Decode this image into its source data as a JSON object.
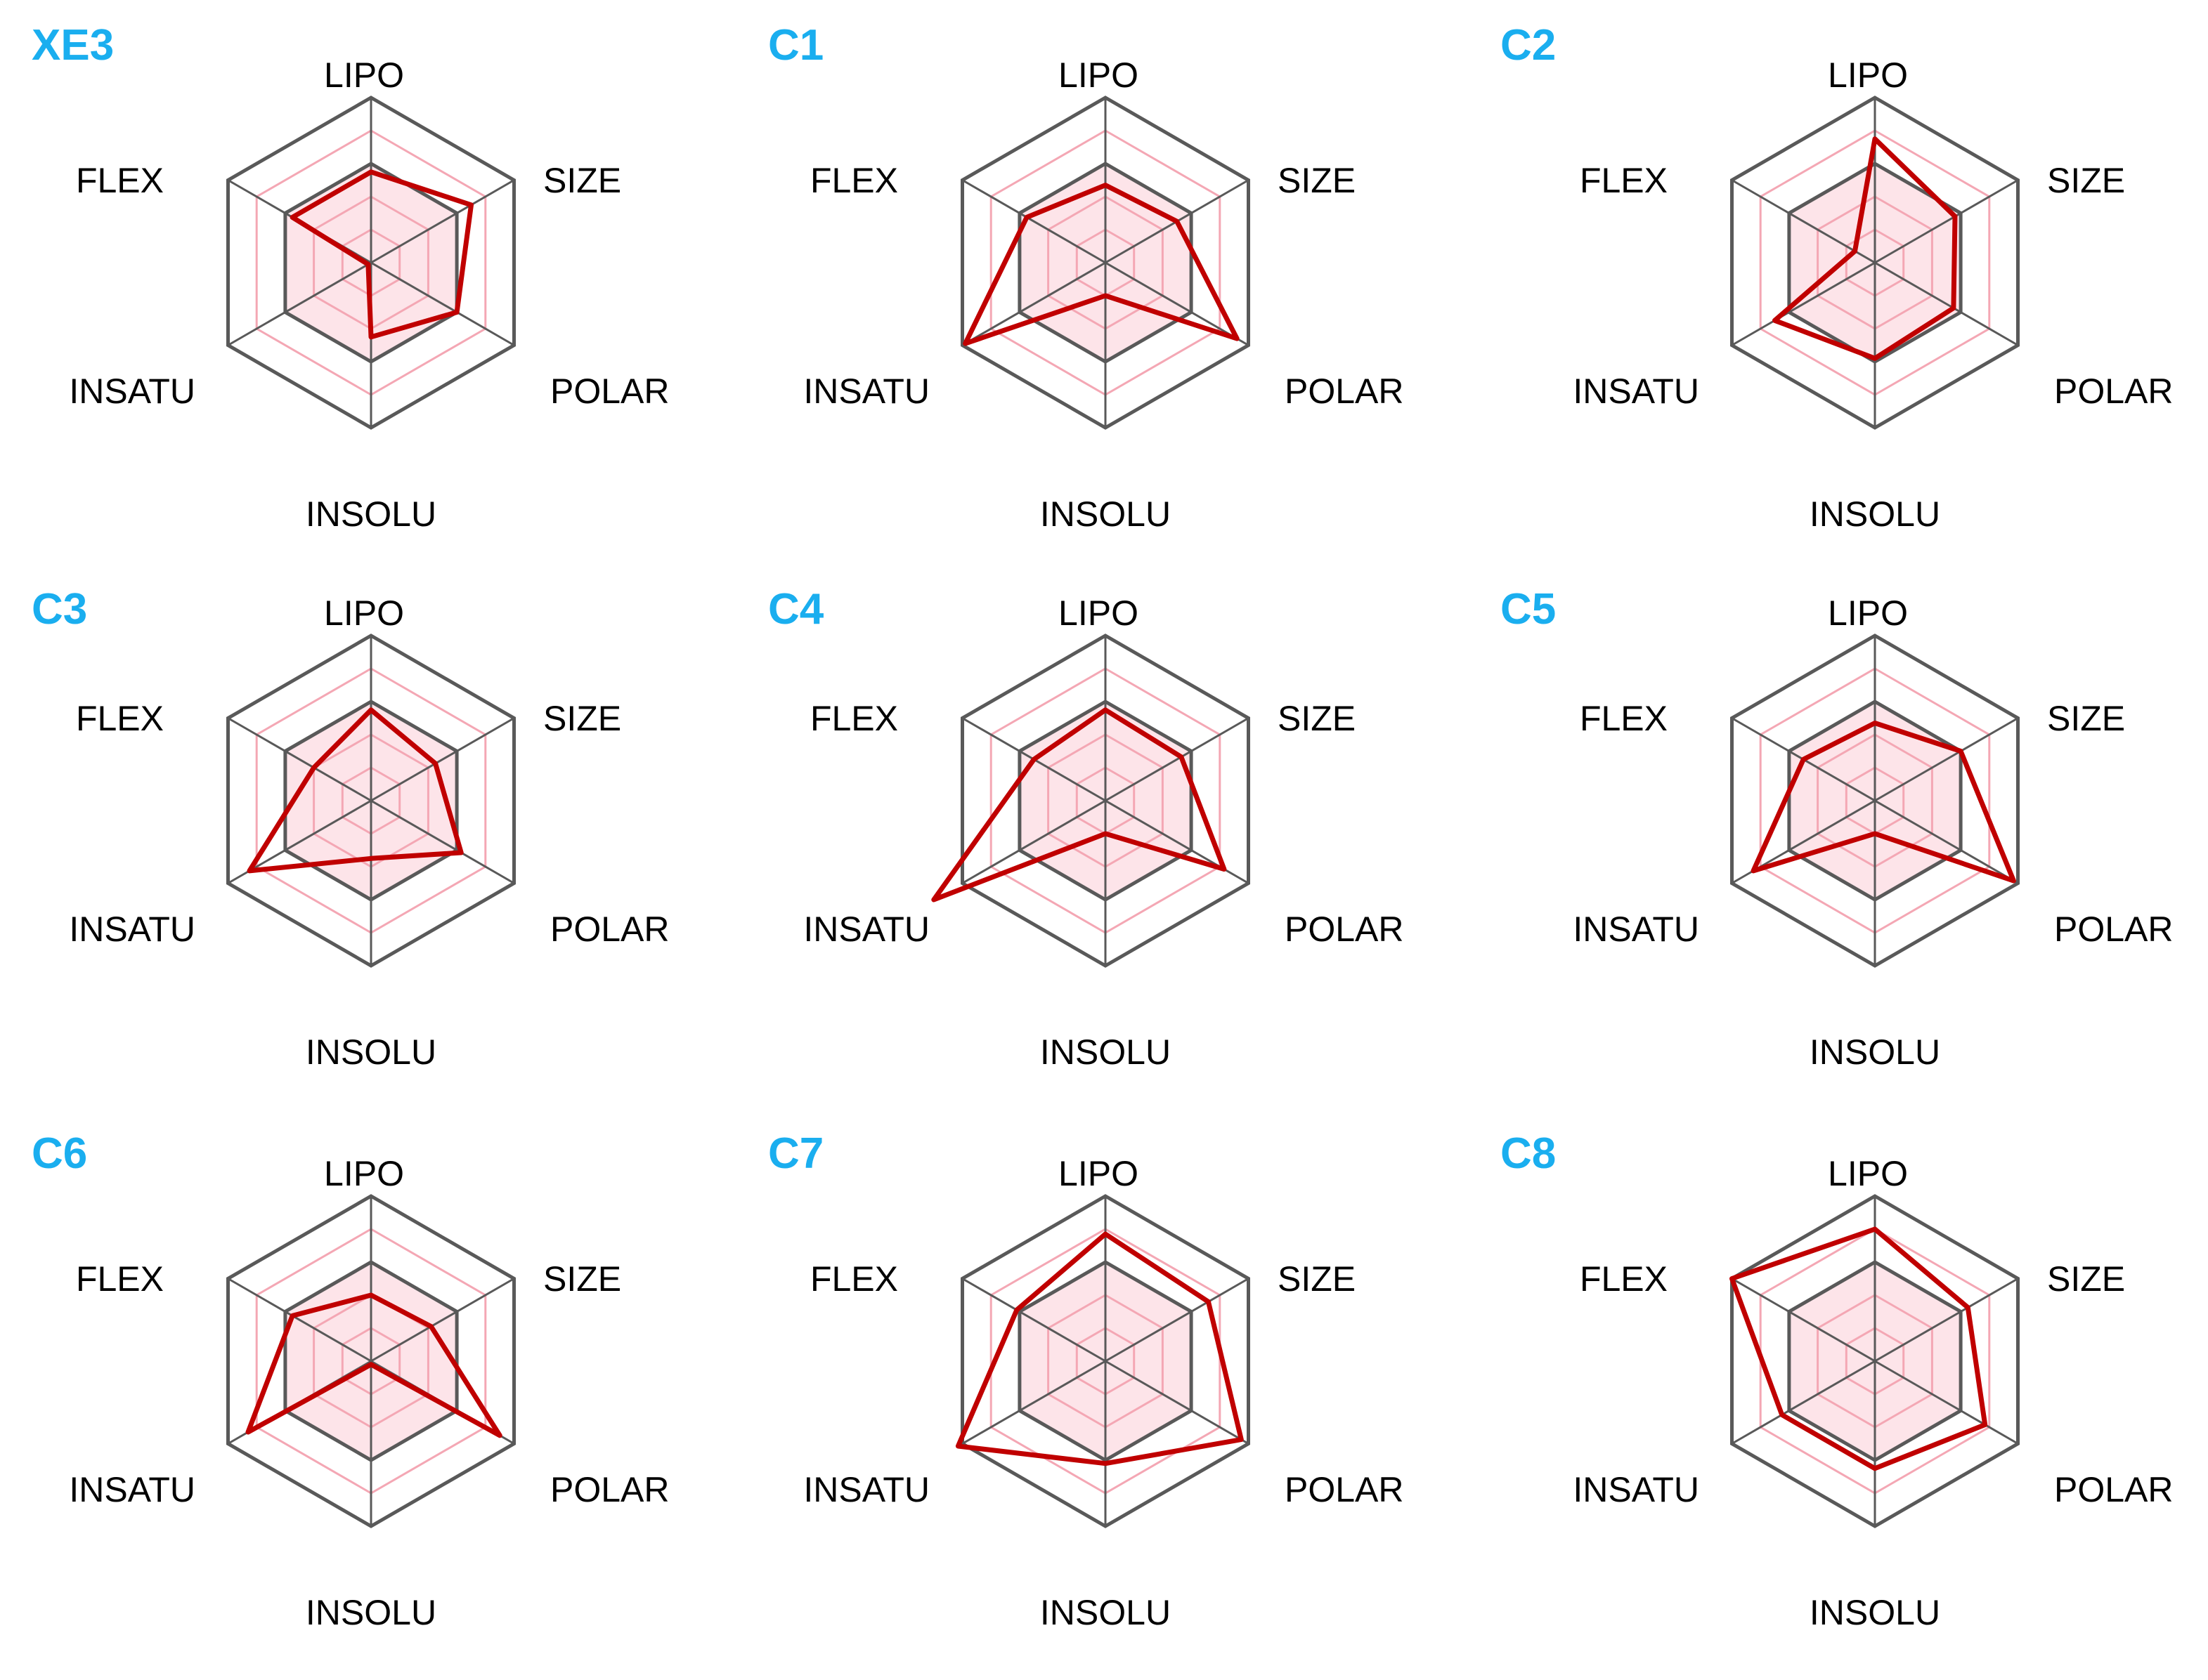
{
  "colors": {
    "title": "#1aaeef",
    "outer_grid": "#595959",
    "inner_grid": "#f4a7b4",
    "band_fill": "#fde4e9",
    "series": "#c00000",
    "label": "#000000"
  },
  "chart_data": [
    {
      "type": "radar",
      "title": "XE3",
      "axes": [
        "LIPO",
        "SIZE",
        "POLAR",
        "INSOLU",
        "INSATU",
        "FLEX"
      ],
      "values": [
        0.55,
        0.7,
        0.6,
        0.45,
        0.02,
        0.55
      ],
      "range": [
        0,
        1
      ],
      "grid": true
    },
    {
      "type": "radar",
      "title": "C1",
      "axes": [
        "LIPO",
        "SIZE",
        "POLAR",
        "INSOLU",
        "INSATU",
        "FLEX"
      ],
      "values": [
        0.47,
        0.5,
        0.92,
        0.2,
        0.98,
        0.55
      ],
      "range": [
        0,
        1
      ],
      "grid": true
    },
    {
      "type": "radar",
      "title": "C2",
      "axes": [
        "LIPO",
        "SIZE",
        "POLAR",
        "INSOLU",
        "INSATU",
        "FLEX"
      ],
      "values": [
        0.75,
        0.56,
        0.55,
        0.58,
        0.7,
        0.14
      ],
      "range": [
        0,
        1
      ],
      "grid": true
    },
    {
      "type": "radar",
      "title": "C3",
      "axes": [
        "LIPO",
        "SIZE",
        "POLAR",
        "INSOLU",
        "INSATU",
        "FLEX"
      ],
      "values": [
        0.55,
        0.45,
        0.63,
        0.35,
        0.85,
        0.4
      ],
      "range": [
        0,
        1
      ],
      "grid": true
    },
    {
      "type": "radar",
      "title": "C4",
      "axes": [
        "LIPO",
        "SIZE",
        "POLAR",
        "INSOLU",
        "INSATU",
        "FLEX"
      ],
      "values": [
        0.55,
        0.53,
        0.83,
        0.2,
        1.2,
        0.5
      ],
      "range": [
        0,
        1
      ],
      "grid": true
    },
    {
      "type": "radar",
      "title": "C5",
      "axes": [
        "LIPO",
        "SIZE",
        "POLAR",
        "INSOLU",
        "INSATU",
        "FLEX"
      ],
      "values": [
        0.47,
        0.6,
        0.97,
        0.2,
        0.85,
        0.5
      ],
      "range": [
        0,
        1
      ],
      "grid": true
    },
    {
      "type": "radar",
      "title": "C6",
      "axes": [
        "LIPO",
        "SIZE",
        "POLAR",
        "INSOLU",
        "INSATU",
        "FLEX"
      ],
      "values": [
        0.4,
        0.42,
        0.9,
        0.02,
        0.86,
        0.55
      ],
      "range": [
        0,
        1
      ],
      "grid": true
    },
    {
      "type": "radar",
      "title": "C7",
      "axes": [
        "LIPO",
        "SIZE",
        "POLAR",
        "INSOLU",
        "INSATU",
        "FLEX"
      ],
      "values": [
        0.77,
        0.72,
        0.95,
        0.62,
        1.03,
        0.62
      ],
      "range": [
        0,
        1
      ],
      "grid": true
    },
    {
      "type": "radar",
      "title": "C8",
      "axes": [
        "LIPO",
        "SIZE",
        "POLAR",
        "INSOLU",
        "INSATU",
        "FLEX"
      ],
      "values": [
        0.8,
        0.65,
        0.77,
        0.65,
        0.65,
        1.0
      ],
      "range": [
        0,
        1
      ],
      "grid": true
    }
  ]
}
